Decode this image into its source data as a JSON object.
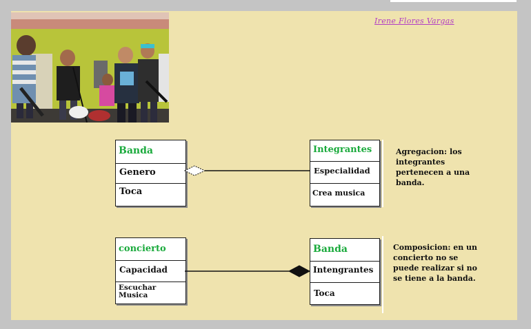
{
  "author": "Irene Flores Vargas",
  "photo": {
    "icon": "band-photo-image"
  },
  "diagram1": {
    "left_class": {
      "name": "Banda",
      "attributes": [
        "Genero",
        "Toca"
      ]
    },
    "right_class": {
      "name": "Integrantes",
      "attributes": [
        "Especialidad",
        "Crea musica"
      ]
    },
    "relation": "aggregation",
    "note": "Agregacion: los integrantes pertenecen a una banda."
  },
  "diagram2": {
    "left_class": {
      "name": "concierto",
      "attributes": [
        "Capacidad",
        "Escuchar Musica"
      ]
    },
    "right_class": {
      "name": "Banda",
      "attributes": [
        "Intengrantes",
        "Toca"
      ]
    },
    "relation": "composition",
    "note": "Composicion: en un concierto no se puede realizar si no se tiene a la banda."
  },
  "colors": {
    "background": "#efe3ae",
    "class_title": "#1aaa3c",
    "author": "#b13cc4"
  }
}
